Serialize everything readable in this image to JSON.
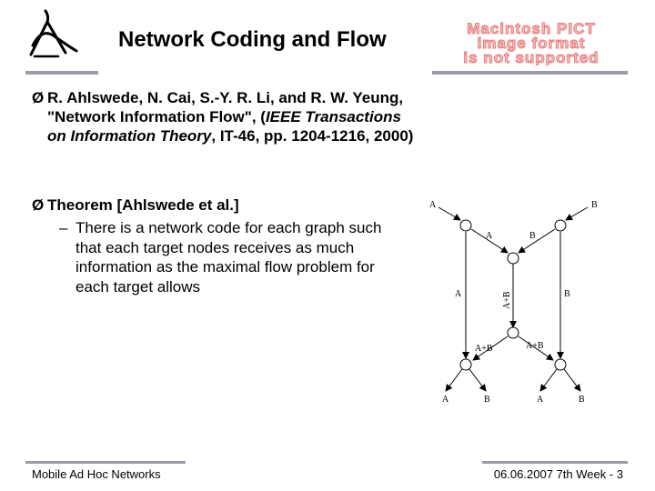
{
  "slide": {
    "title": "Network Coding and Flow",
    "placeholder_image": {
      "line1": "Macintosh PICT",
      "line2": "image format",
      "line3": "is not supported"
    }
  },
  "bullets": [
    {
      "marker": "Ø",
      "text_prefix": "R. Ahlswede, N. Cai, S.-Y. R. Li, and R. W. Yeung, \"Network Information Flow\", (",
      "text_italic": "IEEE Transactions on Information Theory",
      "text_suffix": ", IT-46, pp. 1204-1216, 2000)"
    },
    {
      "marker": "Ø",
      "text": "Theorem [Ahlswede  et al.]",
      "sub_marker": "–",
      "sub_text": "There is a network code for each graph such that each target nodes receives as much information as the maximal flow problem for each target allows"
    }
  ],
  "diagram": {
    "labels": {
      "src_a": "A",
      "src_b": "B",
      "top_a": "A",
      "top_b": "B",
      "mid_left": "A",
      "mid_center": "A+B",
      "mid_right": "B",
      "low_left": "A+B",
      "low_right": "A+B",
      "out1": "A",
      "out2": "B",
      "out3": "A",
      "out4": "B"
    }
  },
  "footer": {
    "left": "Mobile Ad Hoc Networks",
    "right": "06.06.2007 7th Week - 3"
  }
}
